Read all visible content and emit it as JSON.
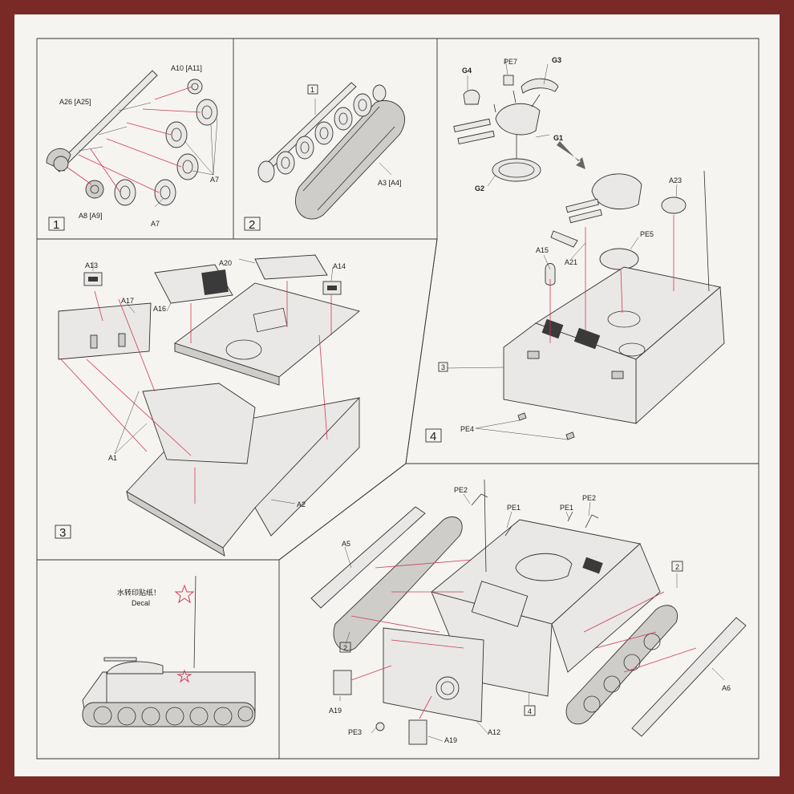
{
  "steps": [
    {
      "number": "1",
      "labels": [
        "A10 [A11]",
        "A26 [A25]",
        "A7",
        "A8 [A9]",
        "A7"
      ]
    },
    {
      "number": "2",
      "labels": [
        "1",
        "A3 [A4]"
      ]
    },
    {
      "number": "3",
      "labels": [
        "A13",
        "A17",
        "A16",
        "A20",
        "A14",
        "A1",
        "A2"
      ]
    },
    {
      "number": "4",
      "labels": [
        "G4",
        "PE7",
        "G3",
        "G1",
        "G2",
        "A23",
        "PE5",
        "A15",
        "A21",
        "3",
        "PE4"
      ]
    },
    {
      "labels": [
        "水转印贴纸！",
        "Decal"
      ]
    },
    {
      "labels": [
        "PE2",
        "PE1",
        "PE1",
        "PE2",
        "A5",
        "2",
        "2",
        "A6",
        "A19",
        "PE3",
        "A19",
        "A12",
        "4"
      ]
    }
  ],
  "colors": {
    "frame": "#7a2a26",
    "paper": "#f6f4f1",
    "guide_line": "#d23a55",
    "outline": "#333333"
  }
}
